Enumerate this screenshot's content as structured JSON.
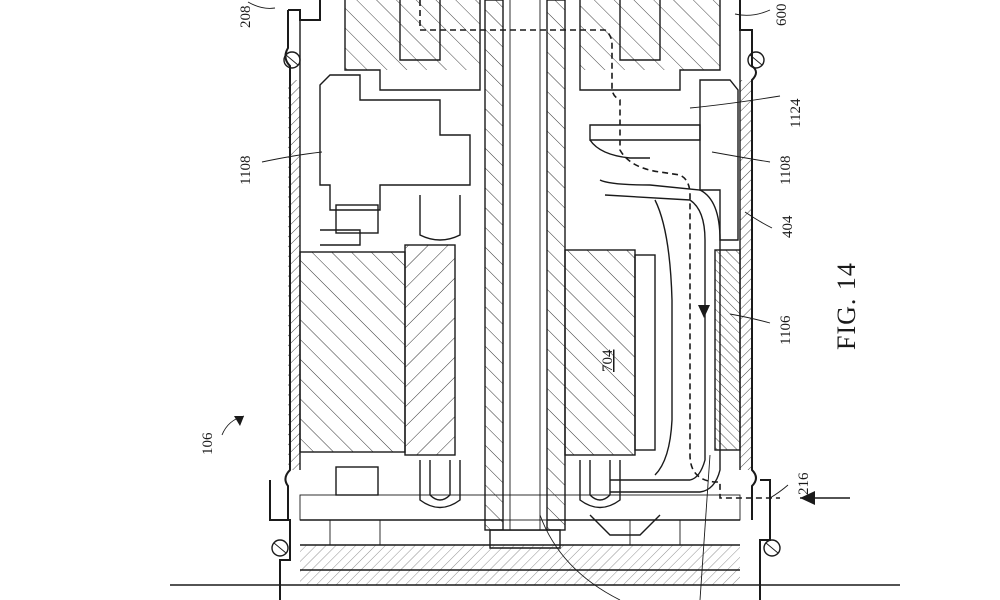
{
  "figure": {
    "caption": "FIG. 14",
    "reference_numerals": {
      "r208": "208",
      "r600": "600",
      "r1124": "1124",
      "r1108_left": "1108",
      "r1108_right": "1108",
      "r404": "404",
      "r1106": "1106",
      "r704": "704",
      "r106": "106",
      "r216": "216"
    }
  },
  "colors": {
    "ink": "#1a1a1a",
    "paper": "#ffffff"
  }
}
